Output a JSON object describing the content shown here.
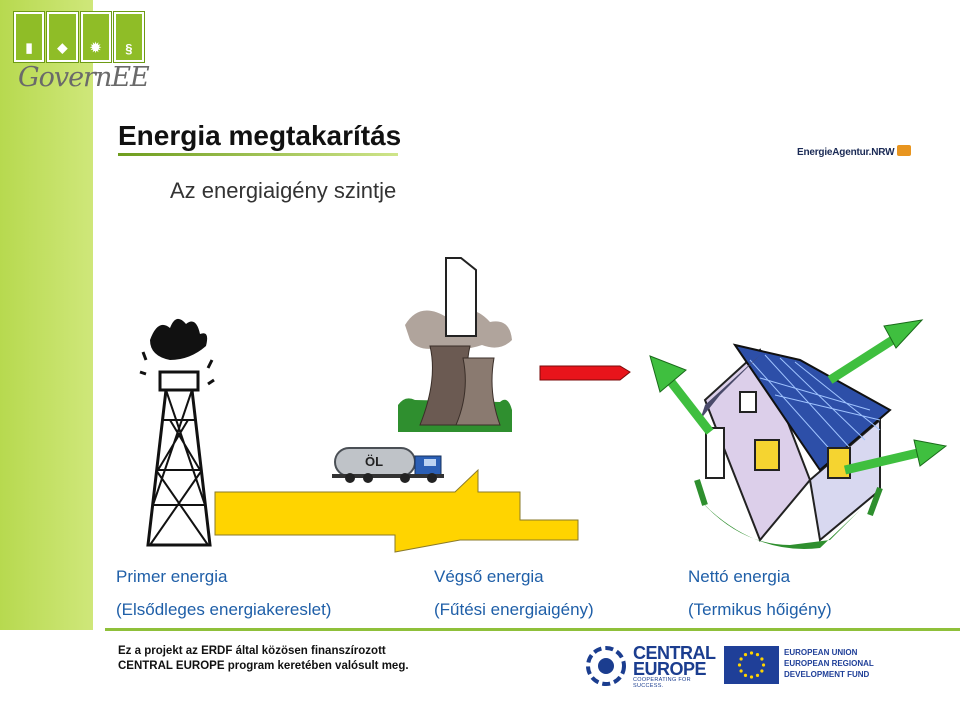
{
  "logo": {
    "tiles": [
      "▮",
      "◆",
      "✹",
      "§"
    ],
    "name": "GovernEE"
  },
  "header": {
    "title": "Energia megtakarítás",
    "subtitle": "Az energiaigény szintje",
    "partner_logo": "EnergieAgentur.NRW"
  },
  "diagram": {
    "truck_label": "ÖL",
    "columns": [
      {
        "title": "Primer energia",
        "caption": "(Elsődleges energiakereslet)"
      },
      {
        "title": "Végső energia",
        "caption": "(Fűtési energiaigény)"
      },
      {
        "title": "Nettó energia",
        "caption": "(Termikus hőigény)"
      }
    ]
  },
  "footer": {
    "line1": "Ez a projekt az ERDF által közösen finanszírozott",
    "line2": "CENTRAL EUROPE  program keretében valósult meg.",
    "ce_logo_line1": "CENTRAL",
    "ce_logo_line2": "EUROPE",
    "ce_tagline": "COOPERATING FOR SUCCESS.",
    "eu_line1": "EUROPEAN UNION",
    "eu_line2": "EUROPEAN REGIONAL",
    "eu_line3": "DEVELOPMENT FUND"
  },
  "colors": {
    "accent_green": "#b7d94f",
    "label_blue": "#1f5fa8",
    "flow_yellow": "#ffd400",
    "flow_red": "#e8141b",
    "loss_arrow_green": "#3fbf3f"
  }
}
